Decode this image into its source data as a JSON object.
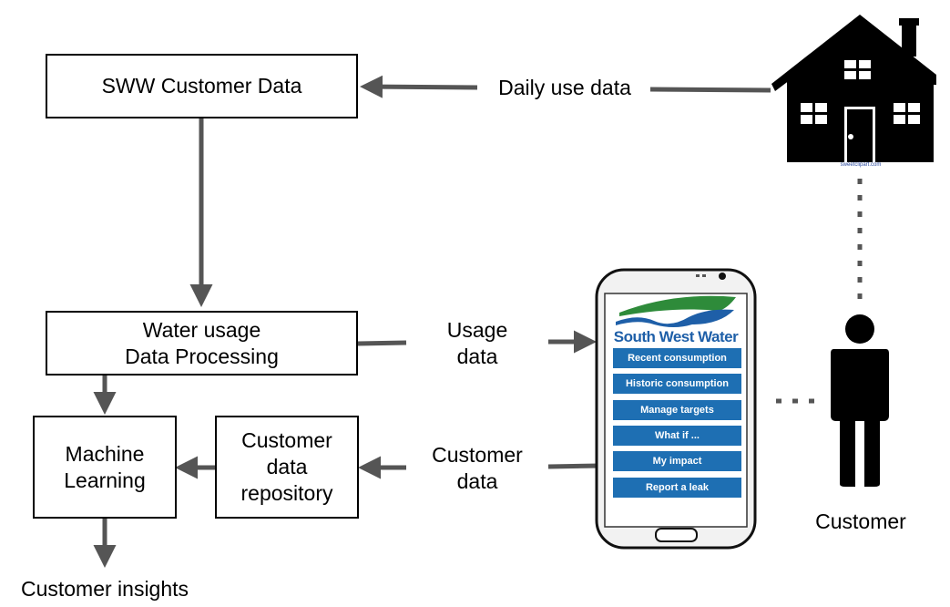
{
  "nodes": {
    "sww_customer_data": "SWW Customer Data",
    "water_usage_processing": "Water usage\nData Processing",
    "machine_learning": "Machine\nLearning",
    "customer_data_repository": "Customer\ndata\nrepository"
  },
  "edge_labels": {
    "daily_use_data": "Daily use data",
    "usage_data": "Usage\ndata",
    "customer_data": "Customer\ndata"
  },
  "outputs": {
    "customer_insights": "Customer insights",
    "customer": "Customer"
  },
  "phone_app": {
    "brand": "South West Water",
    "buttons": [
      "Recent consumption",
      "Historic consumption",
      "Manage targets",
      "What if ...",
      "My impact",
      "Report a leak"
    ],
    "button_color": "#1e6fb3",
    "brand_color": "#1e5fa8",
    "logo_colors": [
      "#2e8b3a",
      "#1e5fa8"
    ]
  },
  "house_caption": "sweetclipart.com",
  "colors": {
    "arrow": "#555555",
    "outline": "#000000"
  }
}
